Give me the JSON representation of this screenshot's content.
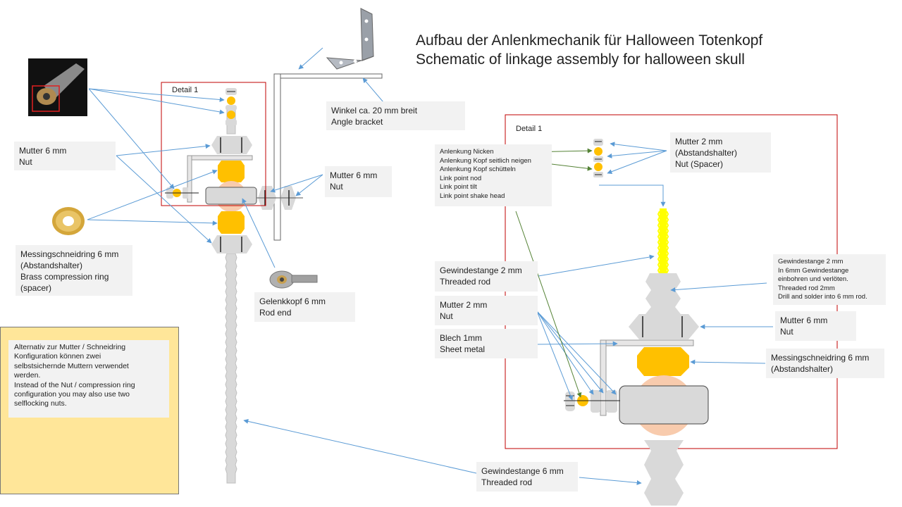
{
  "title": {
    "line1": "Aufbau der Anlenkmechanik für Halloween Totenkopf",
    "line2": "Schematic of linkage assembly for halloween skull"
  },
  "detail_label_left": "Detail 1",
  "detail_label_right": "Detail 1",
  "labels": {
    "winkel": [
      "Winkel ca. 20 mm breit",
      "Angle bracket"
    ],
    "mutter_left": [
      "Mutter 6 mm",
      "Nut"
    ],
    "mutter_center": [
      "Mutter 6 mm",
      "Nut"
    ],
    "messing_left": [
      "Messingschneidring 6 mm",
      "(Abstandshalter)",
      "Brass compression ring",
      "(spacer)"
    ],
    "gelenkkopf": [
      "Gelenkkopf 6 mm",
      "Rod end"
    ],
    "anlenkung": [
      "Anlenkung Nicken",
      "Anlenkung Kopf seitlich neigen",
      "Anlenkung Kopf schütteln",
      "Link point nod",
      "Link point tilt",
      "Link point shake head"
    ],
    "mutter2_right": [
      "Mutter 2 mm",
      "(Abstandshalter)",
      "Nut (Spacer)"
    ],
    "gewinde2_right": [
      "Gewindestange 2 mm",
      "In 6mm Gewindestange",
      "einbohren und verlöten.",
      "Threaded rod 2mm",
      "Drill and solder into 6 mm rod."
    ],
    "gewinde2_mid": [
      "Gewindestange 2 mm",
      "Threaded rod"
    ],
    "mutter2_mid": [
      "Mutter 2 mm",
      "Nut"
    ],
    "blech": [
      "Blech 1mm",
      "Sheet metal"
    ],
    "mutter6_right": [
      "Mutter 6 mm",
      "Nut"
    ],
    "messing_right": [
      "Messingschneidring 6 mm",
      "(Abstandshalter)"
    ],
    "gewinde6_bottom": [
      "Gewindestange 6 mm",
      "Threaded rod"
    ]
  },
  "alternative_note": [
    "Alternativ zur Mutter / Schneidring",
    "Konfiguration können zwei",
    "selbstsichernde Muttern verwendet",
    "werden.",
    "Instead of the Nut / compression ring",
    "configuration you may also use two",
    "selflocking nuts."
  ],
  "colors": {
    "accent_yellow": "#ffc000",
    "panel_yellow": "#ffe699",
    "detail_border": "#c00000",
    "arrow_blue": "#5b9bd5",
    "arrow_green": "#548235",
    "nut_gray": "#d9d9d9",
    "skull_pink": "#f8cbad",
    "rod_yellow": "#ffff00"
  }
}
